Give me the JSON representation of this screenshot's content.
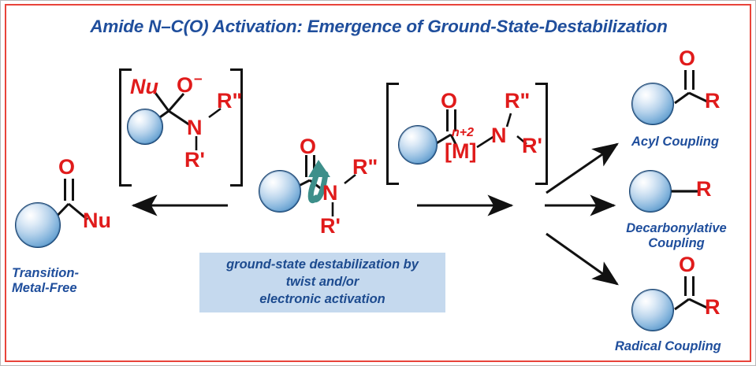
{
  "figure": {
    "type": "reaction-scheme",
    "title": "Amide N–C(O) Activation: Emergence of Ground-State-Destabilization",
    "border_color": "#e8443a",
    "title_color": "#1f4e9c",
    "atom_color": "#e01b1b",
    "label_color": "#1f4e9c",
    "caption_bg": "#c5d9ee",
    "twist_arrow_color": "#3d8f8a"
  },
  "caption": {
    "text": "ground-state destabilization by\ntwist and/or\nelectronic activation"
  },
  "center_substrate": {
    "name": "twisted amide substrate",
    "oxygen": "O",
    "nitrogen": "N",
    "r_double_prime": "R\"",
    "r_prime": "R'",
    "twist_arrow": "curved-twist-arrow"
  },
  "left_intermediate": {
    "name": "tetrahedral intermediate",
    "nucleophile": "Nu",
    "oxygen": "O",
    "oxygen_charge": "–",
    "nitrogen": "N",
    "r_double_prime": "R\"",
    "r_prime": "R'",
    "bracket": "square-brackets"
  },
  "right_intermediate": {
    "name": "metal complex intermediate",
    "oxygen": "O",
    "metal": "[M]",
    "metal_oxidation": "n+2",
    "nitrogen": "N",
    "r_double_prime": "R\"",
    "r_prime": "R'",
    "bracket": "square-brackets"
  },
  "products": {
    "transition_metal_free": {
      "label": "Transition-\nMetal-Free",
      "oxygen": "O",
      "group": "Nu"
    },
    "acyl_coupling": {
      "label": "Acyl Coupling",
      "oxygen": "O",
      "group": "R"
    },
    "decarbonylative_coupling": {
      "label": "Decarbonylative\nCoupling",
      "group": "R"
    },
    "radical_coupling": {
      "label": "Radical Coupling",
      "oxygen": "O",
      "group": "R"
    }
  },
  "arrows": [
    {
      "name": "arrow-to-transition-metal-free",
      "direction": "left"
    },
    {
      "name": "arrow-to-metal-pathway",
      "direction": "right"
    },
    {
      "name": "arrow-to-acyl-coupling",
      "direction": "up-right"
    },
    {
      "name": "arrow-to-decarbonylative-coupling",
      "direction": "right"
    },
    {
      "name": "arrow-to-radical-coupling",
      "direction": "down-right"
    }
  ]
}
